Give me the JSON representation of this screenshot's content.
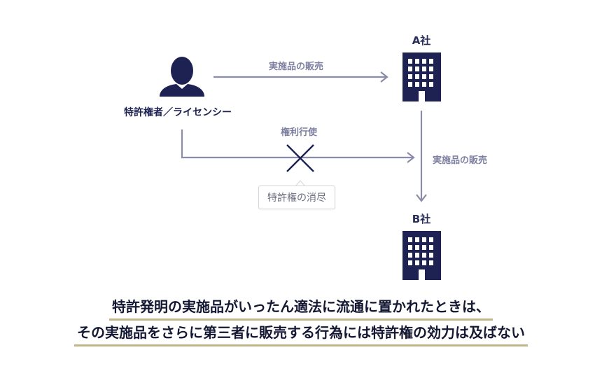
{
  "diagram": {
    "person": {
      "label": "特許権者／ライセンシー",
      "icon": "person-icon"
    },
    "company_a": {
      "label": "A社",
      "icon": "building-icon"
    },
    "company_b": {
      "label": "B社",
      "icon": "building-icon"
    },
    "sale_to_a_label": "実施品の販売",
    "sale_a_to_b_label": "実施品の販売",
    "enforcement_label": "権利行使",
    "exhaustion_label": "特許権の消尽",
    "cross_icon": "cross-mark-icon"
  },
  "caption": {
    "line1": "特許発明の実施品がいったん適法に流通に置かれたときは、",
    "line2": "その実施品をさらに第三者に販売する行為には特許権の効力は及ばない"
  },
  "colors": {
    "navy": "#1e2252",
    "arrow": "#8a8ca8",
    "underline": "#c2b58a"
  }
}
